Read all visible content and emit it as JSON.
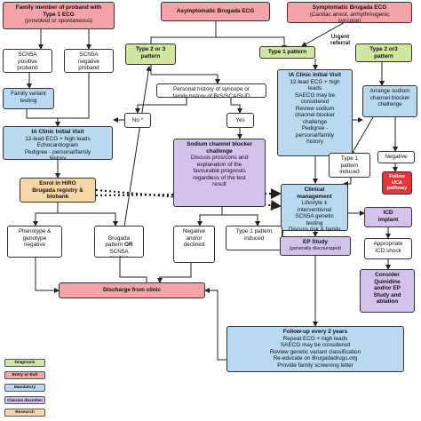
{
  "boxes": {
    "family_member": {
      "title": "Family member of proband with\nType 1 ECG",
      "sub": "(provoked or spontaneous)"
    },
    "asymptomatic": {
      "title": "Asymptomatic Brugada ECG"
    },
    "symptomatic": {
      "title": "Symptomatic Brugada ECG",
      "body": "(Cardiac arrest, arrhythmogenic\nsyncope)"
    },
    "scn5a_pos": {
      "body": "SCN5A\npositive\nproband"
    },
    "scn5a_neg": {
      "body": "SCN5A\nnegative\nproband"
    },
    "type23_left": {
      "title": "Type 2 or 3\npattern"
    },
    "type1_pattern": {
      "title": "Type 1 pattern"
    },
    "type23_right": {
      "title": "Type 2 or3\npattern"
    },
    "family_variant": {
      "body": "Family variant\ntesting"
    },
    "personal_history": {
      "body": "Personal history of syncope or\nfamily history of BrS/SCA/SUD"
    },
    "ia_clinic_right": {
      "title": "IA Clinic Initial Visit",
      "body": "12-lead ECG + high\nleads\nSAECG may be\nconsidered\nReview sodium\nchannel blocker\nchallenge\nPedigree -\npersonal/family\nhistory"
    },
    "arrange_sodium": {
      "body": "Arrange sodium\nchannel blocker\nchallenge"
    },
    "no": {
      "body": "No *"
    },
    "yes": {
      "body": "Yes"
    },
    "ia_clinic_left": {
      "title": "IA Clinic Initial Visit",
      "body": "12-lead ECG + high leads\nEchocardiogram\nPedigree - personal/family\nhistory"
    },
    "sodium_challenge": {
      "title": "Sodium channel blocker\nchallenge",
      "body": "Discuss pros/cons and\nexplanation of the\nfavourable prognosis\nregardless of the test\nresult"
    },
    "type1_induced_right": {
      "body": "Type 1\npattern\ninduced"
    },
    "negative_right": {
      "body": "Negative"
    },
    "follow_uca": {
      "body": "Follow\nUCA\npathway"
    },
    "enrol_hiro": {
      "title": "Enrol in HiRO\nBrugada registry &\nbiobank"
    },
    "clinical_mgmt": {
      "title": "Clinical\nmanagement",
      "body": "Lifestyle ±\ninterventional\nSCN5A genetic\ntesting\nDiscuss risk & family\nscreening\nEducate on\nBrugadadrugs.org"
    },
    "icd_implant": {
      "title": "ICD\nimplant"
    },
    "phenotype_neg": {
      "body": "Phenotype &\ngenotype\nnegative"
    },
    "brugada_or_scn5a": {
      "pre": "Brugada\npattern ",
      "bold": "OR",
      "post": "\nSCN5A\npositive"
    },
    "neg_declined": {
      "body": "Negative\nand/or\ndeclined"
    },
    "type1_induced_mid": {
      "body": "Type 1 pattern\ninduced"
    },
    "appropriate_icd": {
      "body": "Appropriate\nICD shock"
    },
    "ep_study": {
      "title": "EP Study",
      "sub": "(generally discouraged)"
    },
    "consider_quinidine": {
      "title": "Consider\nQuinidine\nand/or EP\nStudy and\nablation"
    },
    "discharge": {
      "title": "Discharge from clinic"
    },
    "followup": {
      "title": "Follow-up every 2 years",
      "body": "Repeat ECG + high leads\nSAECG may be considered\nReview genetic variant classification\nRe-educate on Brugadadrugs.org\nProvide family screening letter"
    }
  },
  "labels": {
    "urgent_referral": "Urgent\nreferral"
  },
  "legend": [
    "Diagnosis",
    "Entry or Exit",
    "Mandatory",
    "Clinician discretion",
    "Research"
  ],
  "colors": {
    "entry": "#f4a3a6",
    "mandatory": "#b9d9f0",
    "diagnosis": "#cfe7a1",
    "discretion": "#d3c2ec",
    "research": "#f7d7a5",
    "red": "#e5353a"
  }
}
